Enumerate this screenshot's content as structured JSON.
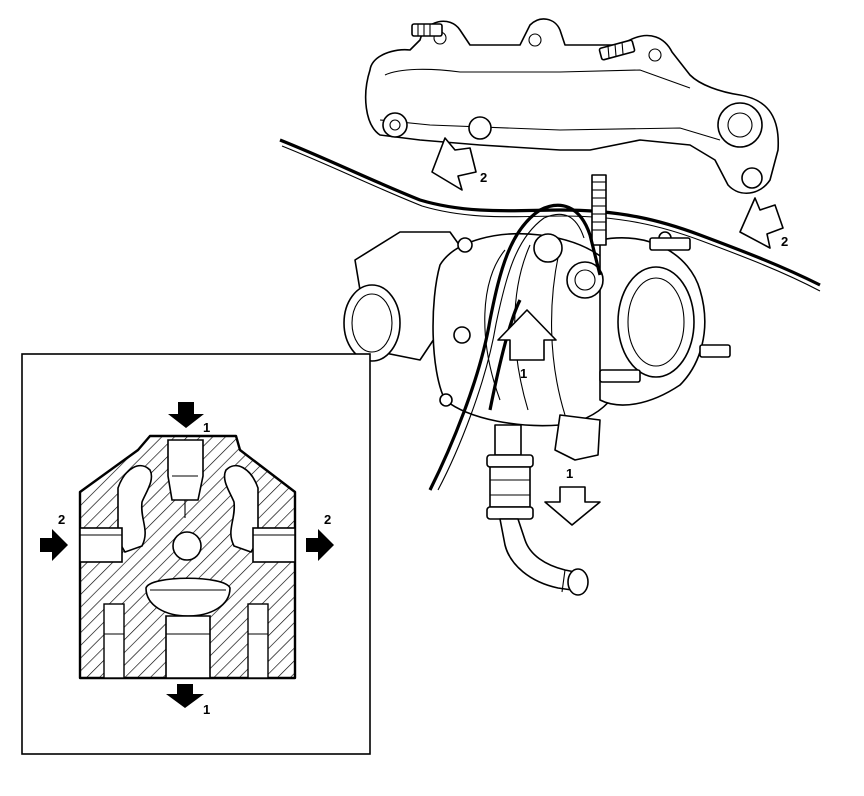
{
  "figure": {
    "callouts": {
      "inlet_arrow_main": "1",
      "outlet_arrow_main": "1",
      "left_manifold_arrow": "2",
      "right_manifold_arrow": "2",
      "inset_top": "1",
      "inset_bottom": "1",
      "inset_left": "2",
      "inset_right": "2"
    }
  },
  "colors": {
    "ink": "#000000",
    "paper": "#ffffff"
  }
}
